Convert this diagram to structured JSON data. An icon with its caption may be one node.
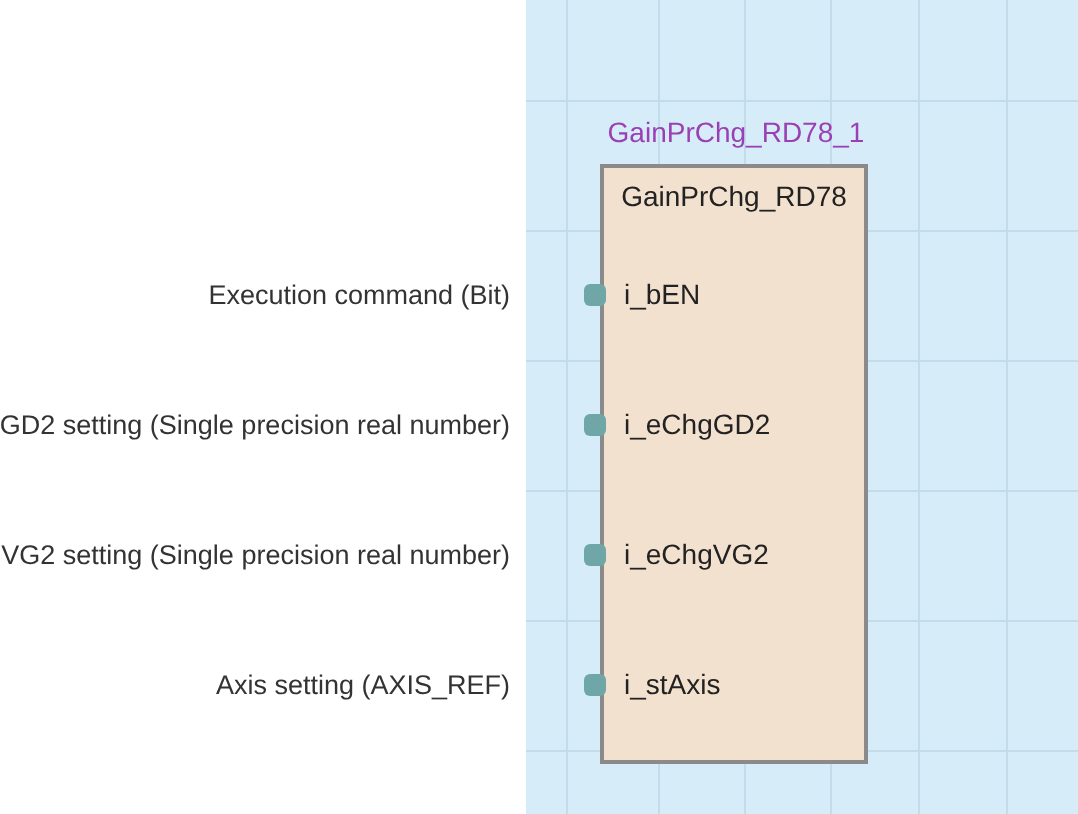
{
  "diagram": {
    "nodes": [
      {
        "text": [
          "GainPrChg_RD78_1",
          "GainPrChg_RD78"
        ]
      }
    ],
    "labels": [
      "Execution command (Bit)",
      "i_bEN",
      "GD2 setting (Single precision real number)",
      "i_eChgGD2",
      "VG2 setting (Single precision real number)",
      "i_eChgVG2",
      "Axis setting (AXIS_REF)",
      "i_stAxis"
    ]
  }
}
